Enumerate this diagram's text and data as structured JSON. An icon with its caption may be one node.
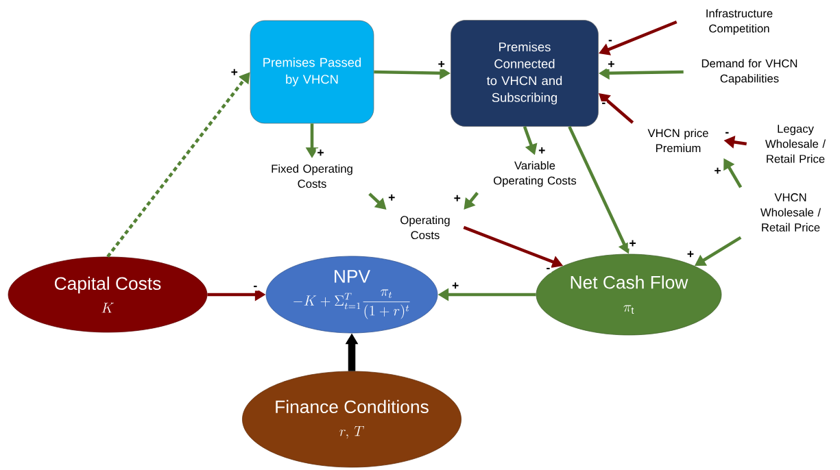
{
  "diagram": {
    "nodes": [
      {
        "text": [
          "Premises Passed by VHCN"
        ]
      },
      {
        "text": [
          "Premises Connected to VHCN and Subscribing"
        ]
      },
      {
        "text": [
          "Infrastructure Competition"
        ]
      },
      {
        "text": [
          "Demand for VHCN Capabilities"
        ]
      },
      {
        "text": [
          "VHCN price Premium"
        ]
      },
      {
        "text": [
          "Legacy Wholesale / Retail Price"
        ]
      },
      {
        "text": [
          "Fixed Operating Costs"
        ]
      },
      {
        "text": [
          "Variable Operating Costs"
        ]
      },
      {
        "text": [
          "VHCN Wholesale / Retail Price"
        ]
      },
      {
        "text": [
          "Operating Costs"
        ]
      },
      {
        "text": [
          "Capital Costs",
          "K"
        ]
      },
      {
        "text": [
          "NPV",
          "-K+\\Sigma_{t=1}^{T}\\frac{\\pi_t}{(1+r)^t}"
        ]
      },
      {
        "text": [
          "Net Cash Flow",
          "\\pi_{\\mathrm{t}}"
        ]
      },
      {
        "text": [
          "Finance Conditions",
          "r,\\, T"
        ]
      }
    ],
    "edges": [
      {
        "from": 10,
        "to": 0,
        "arrow": "to",
        "label": "+",
        "style": "dashed"
      },
      {
        "from": 0,
        "to": 1,
        "arrow": "to",
        "label": "+"
      },
      {
        "from": 2,
        "to": 1,
        "arrow": "to",
        "label": "-",
        "color": "#800000"
      },
      {
        "from": 3,
        "to": 1,
        "arrow": "to",
        "label": "+"
      },
      {
        "from": 4,
        "to": 1,
        "arrow": "to",
        "label": "-",
        "color": "#800000"
      },
      {
        "from": 5,
        "to": 4,
        "arrow": "to",
        "label": "-",
        "color": "#800000"
      },
      {
        "from": 8,
        "to": 4,
        "arrow": "to",
        "label": "+"
      },
      {
        "from": 0,
        "to": 6,
        "arrow": "to",
        "label": "+"
      },
      {
        "from": 1,
        "to": 7,
        "arrow": "to",
        "label": "+"
      },
      {
        "from": 6,
        "to": 9,
        "arrow": "to",
        "label": "+"
      },
      {
        "from": 7,
        "to": 9,
        "arrow": "to",
        "label": "+"
      },
      {
        "from": 1,
        "to": 12,
        "arrow": "to",
        "label": "+"
      },
      {
        "from": 8,
        "to": 12,
        "arrow": "to",
        "label": "+"
      },
      {
        "from": 9,
        "to": 12,
        "arrow": "to",
        "label": "-",
        "color": "#800000"
      },
      {
        "from": 10,
        "to": 11,
        "arrow": "to",
        "label": "-",
        "color": "#800000"
      },
      {
        "from": 12,
        "to": 11,
        "arrow": "to",
        "label": "+"
      },
      {
        "from": 13,
        "to": 11,
        "arrow": "to",
        "style": "thick",
        "color": "#000000"
      }
    ]
  }
}
